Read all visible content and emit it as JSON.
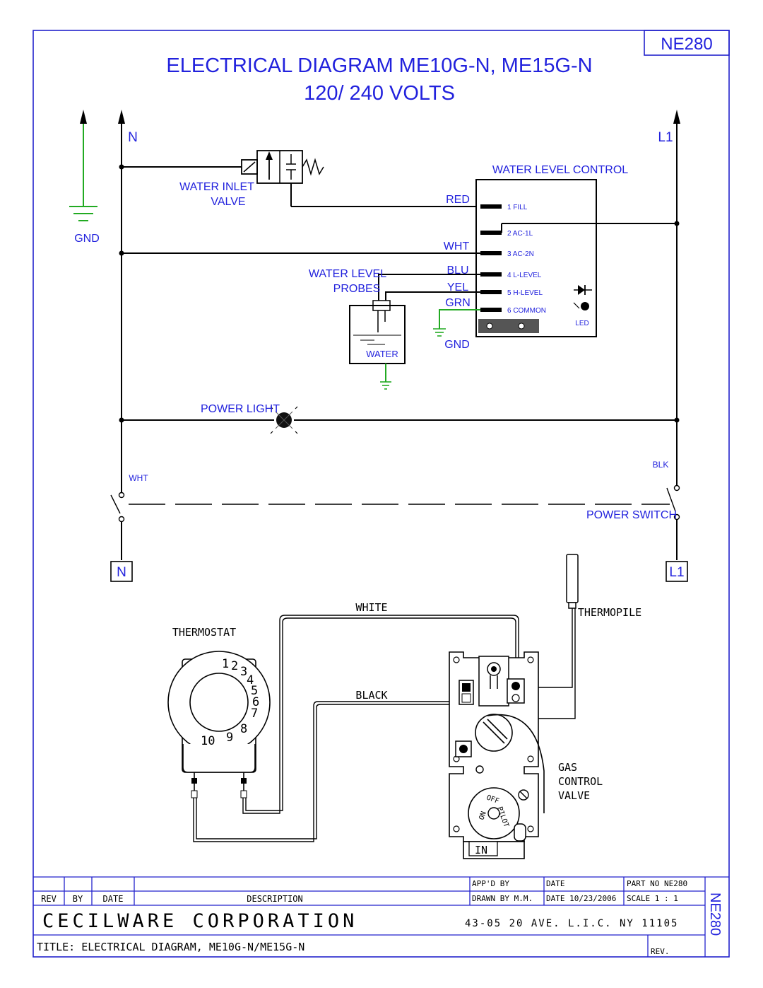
{
  "header": {
    "title_line1": "ELECTRICAL DIAGRAM  ME10G-N, ME15G-N",
    "title_line2": "120/ 240 VOLTS",
    "part_box": "NE280"
  },
  "colors": {
    "line_blue": "#2222cc",
    "text_blue": "#2222dd",
    "ground_green": "#22aa22",
    "wire_black": "#000000"
  },
  "labels": {
    "n": "N",
    "l1": "L1",
    "gnd_left": "GND",
    "water_inlet_line1": "WATER INLET",
    "water_inlet_line2": "VALVE",
    "water_level_control": "WATER LEVEL CONTROL",
    "water_level_line1": "WATER LEVEL",
    "water_level_line2": "PROBES",
    "water": "WATER",
    "gnd_mid": "GND",
    "led": "LED",
    "power_light": "POWER LIGHT",
    "wht_small": "WHT",
    "blk_small": "BLK",
    "power_switch": "POWER SWITCH",
    "n_box": "N",
    "l1_box": "L1",
    "thermostat": "THERMOSTAT",
    "white": "WHITE",
    "black": "BLACK",
    "thermopile": "THERMOPILE",
    "gas1": "GAS",
    "gas2": "CONTROL",
    "gas3": "VALVE",
    "in": "IN",
    "dial_numbers": [
      "1",
      "2",
      "3",
      "4",
      "5",
      "6",
      "7",
      "8",
      "9",
      "10"
    ],
    "valve_knob": [
      "ON",
      "OFF",
      "PILOT"
    ]
  },
  "wire_colors": [
    "RED",
    "WHT",
    "BLU",
    "YEL",
    "GRN"
  ],
  "terminals": [
    "1 FILL",
    "2 AC-1L",
    "3 AC-2N",
    "4 L-LEVEL",
    "5 H-LEVEL",
    "6 COMMON"
  ],
  "title_block": {
    "appd_by": "APP'D BY",
    "date_hdr": "DATE",
    "part_no": "PART NO NE280",
    "rev": "REV",
    "by": "BY",
    "date": "DATE",
    "description": "DESCRIPTION",
    "drawn_by": "DRAWN BY M.M.",
    "date_value": "DATE  10/23/2006",
    "scale": "SCALE   1 : 1",
    "company": "CECILWARE CORPORATION",
    "address": "43-05  20 AVE. L.I.C.  NY  11105",
    "title": "TITLE: ELECTRICAL DIAGRAM, ME10G-N/ME15G-N",
    "rev_label": "REV.",
    "side_part": "NE280"
  }
}
